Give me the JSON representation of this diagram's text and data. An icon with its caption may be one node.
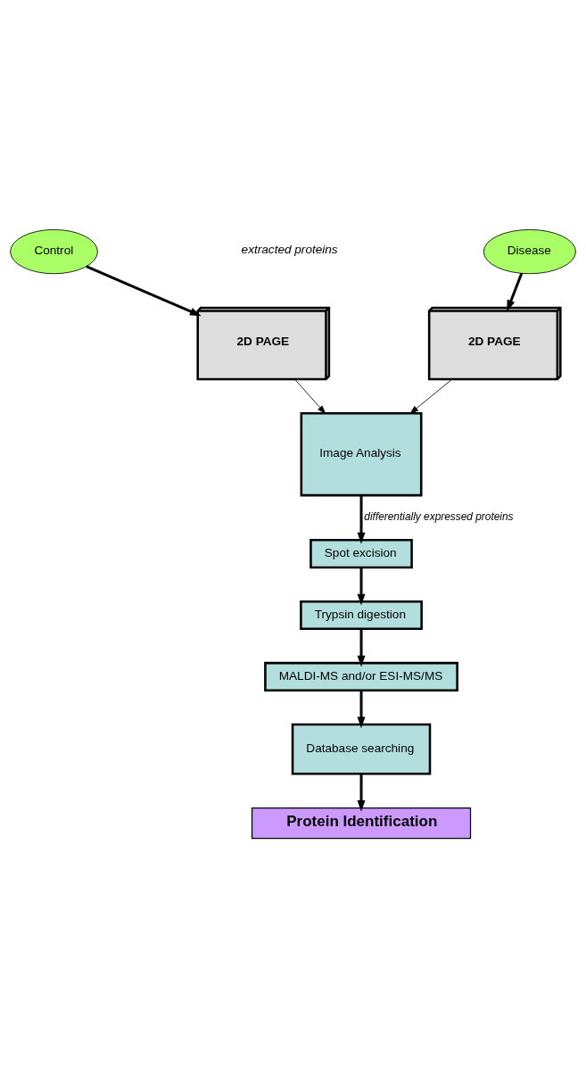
{
  "diagram": {
    "nodes": [
      {
        "text": [
          "Control"
        ]
      },
      {
        "text": [
          "Disease"
        ]
      },
      {
        "text": [
          "2D PAGE"
        ]
      },
      {
        "text": [
          "2D PAGE"
        ]
      },
      {
        "text": [
          "Image Analysis"
        ]
      },
      {
        "text": [
          "Spot excision"
        ]
      },
      {
        "text": [
          "Trypsin digestion"
        ]
      },
      {
        "text": [
          "MALDI-MS and/or ESI-MS/MS"
        ]
      },
      {
        "text": [
          "Database searching"
        ]
      },
      {
        "text": [
          "Protein Identification"
        ]
      }
    ],
    "edges": [
      {
        "from": 0,
        "to": 2,
        "arrow": "to"
      },
      {
        "from": 1,
        "to": 3,
        "arrow": "to"
      },
      {
        "from": 2,
        "to": 4,
        "arrow": "to"
      },
      {
        "from": 3,
        "to": 4,
        "arrow": "to"
      },
      {
        "from": 4,
        "to": 5,
        "arrow": "to",
        "label": "differentially expressed proteins"
      },
      {
        "from": 5,
        "to": 6,
        "arrow": "to"
      },
      {
        "from": 6,
        "to": 7,
        "arrow": "to"
      },
      {
        "from": 7,
        "to": 8,
        "arrow": "to"
      },
      {
        "from": 8,
        "to": 9,
        "arrow": "to"
      }
    ],
    "labels": [
      "extracted proteins"
    ]
  }
}
